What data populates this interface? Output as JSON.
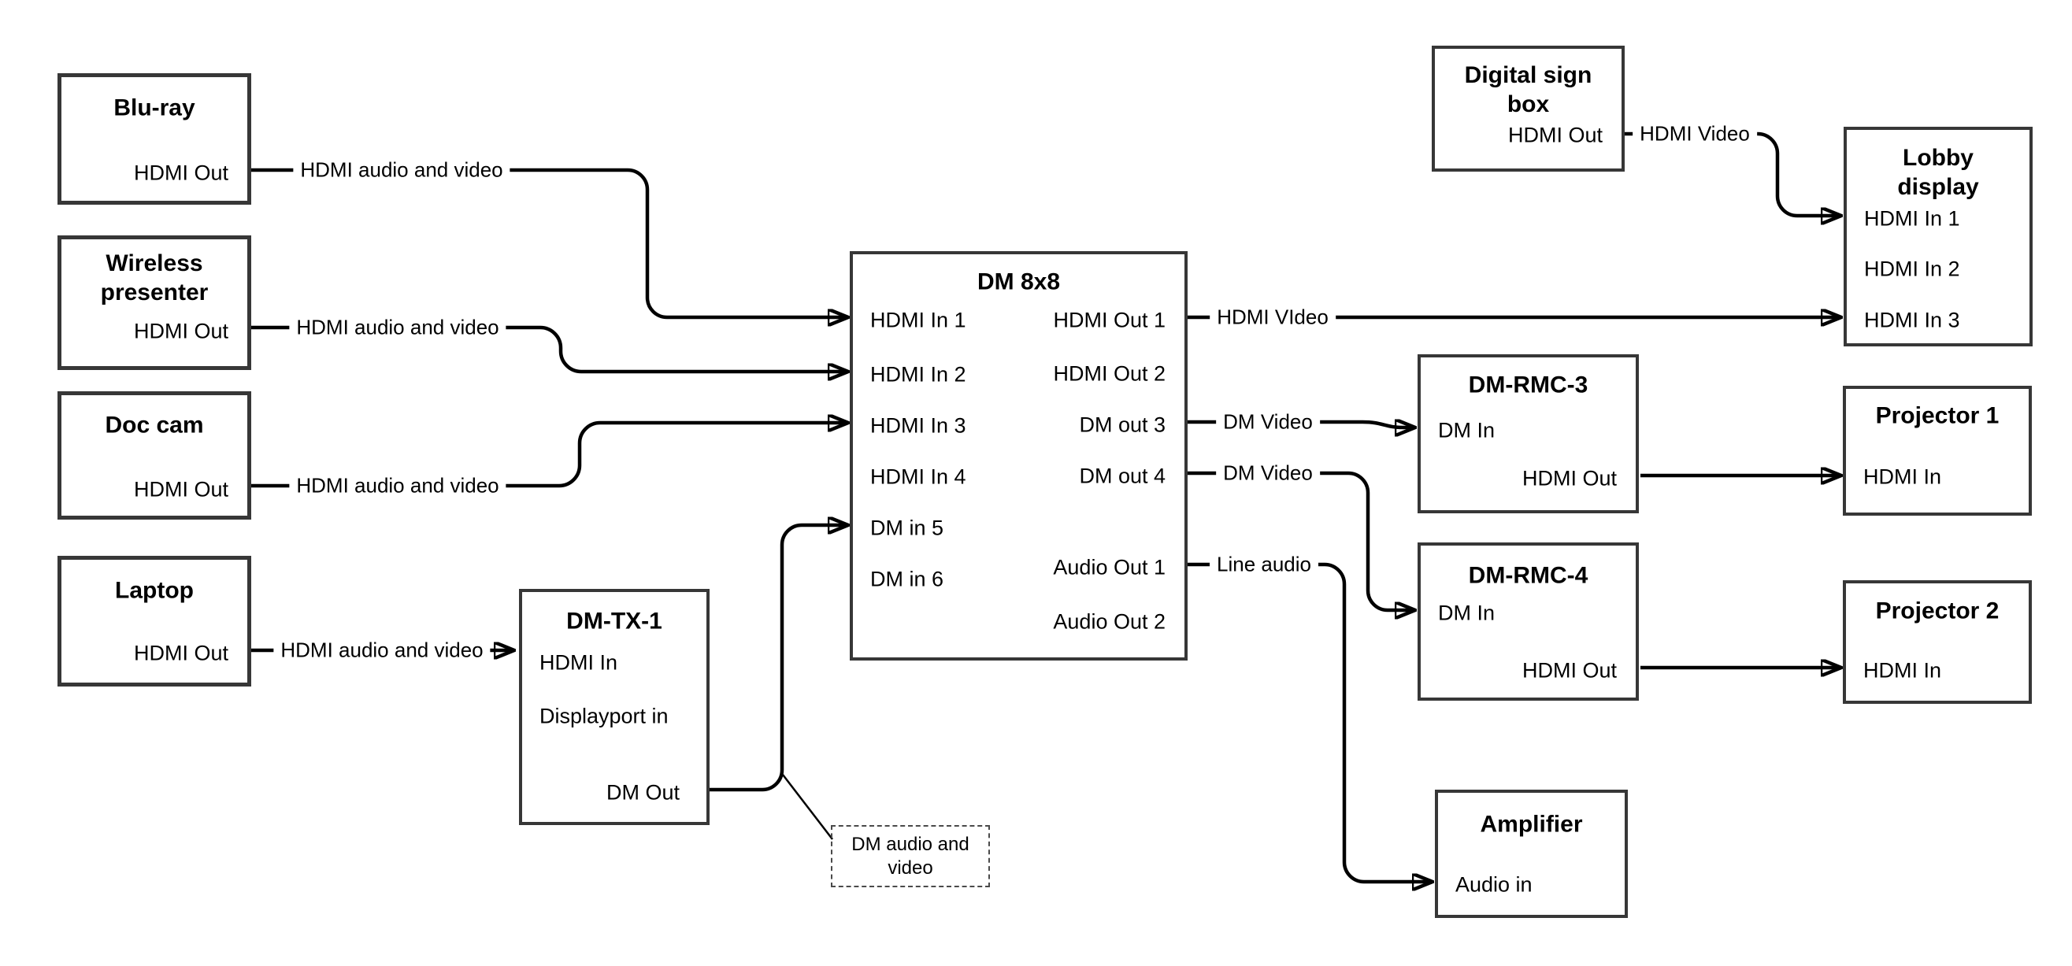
{
  "nodes": {
    "bluray": {
      "title": "Blu-ray",
      "hdmi_out": "HDMI Out"
    },
    "wireless_presenter": {
      "title_line1": "Wireless",
      "title_line2": "presenter",
      "hdmi_out": "HDMI Out"
    },
    "doc_cam": {
      "title": "Doc cam",
      "hdmi_out": "HDMI Out"
    },
    "laptop": {
      "title": "Laptop",
      "hdmi_out": "HDMI Out"
    },
    "dm_tx_1": {
      "title": "DM-TX-1",
      "hdmi_in": "HDMI In",
      "displayport_in": "Displayport in",
      "dm_out": "DM Out"
    },
    "dm_8x8": {
      "title": "DM 8x8",
      "in1": "HDMI In 1",
      "in2": "HDMI In 2",
      "in3": "HDMI In 3",
      "in4": "HDMI In 4",
      "in5": "DM in 5",
      "in6": "DM in 6",
      "out1": "HDMI Out 1",
      "out2": "HDMI Out 2",
      "out3": "DM out 3",
      "out4": "DM out 4",
      "aout1": "Audio Out 1",
      "aout2": "Audio Out 2"
    },
    "digital_sign_box": {
      "title_line1": "Digital sign",
      "title_line2": "box",
      "hdmi_out": "HDMI Out"
    },
    "lobby_display": {
      "title_line1": "Lobby",
      "title_line2": "display",
      "in1": "HDMI In 1",
      "in2": "HDMI In 2",
      "in3": "HDMI In 3"
    },
    "dm_rmc_3": {
      "title": "DM-RMC-3",
      "dm_in": "DM In",
      "hdmi_out": "HDMI Out"
    },
    "dm_rmc_4": {
      "title": "DM-RMC-4",
      "dm_in": "DM In",
      "hdmi_out": "HDMI Out"
    },
    "projector_1": {
      "title": "Projector 1",
      "hdmi_in": "HDMI In"
    },
    "projector_2": {
      "title": "Projector 2",
      "hdmi_in": "HDMI In"
    },
    "amplifier": {
      "title": "Amplifier",
      "audio_in": "Audio in"
    }
  },
  "edges": {
    "bluray_to_dm8x8": {
      "label": "HDMI audio and video"
    },
    "wireless_to_dm8x8": {
      "label": "HDMI audio and video"
    },
    "doccam_to_dm8x8": {
      "label": "HDMI audio and video"
    },
    "laptop_to_dmtx1": {
      "label": "HDMI audio and video"
    },
    "dm8x8_out1_to_lobby": {
      "label": "HDMI VIdeo"
    },
    "sign_to_lobby": {
      "label": "HDMI Video"
    },
    "dm8x8_out3_to_rmc3": {
      "label": "DM Video"
    },
    "dm8x8_out4_to_rmc4": {
      "label": "DM Video"
    },
    "dm8x8_aout1_to_amp": {
      "label": "Line audio"
    }
  },
  "callout": {
    "line1": "DM audio and",
    "line2": "video"
  },
  "colors": {
    "background": "#ffffff",
    "line": "#000000",
    "box_border": "#373737",
    "text": "#000000",
    "callout_border": "#4a4a4a"
  }
}
